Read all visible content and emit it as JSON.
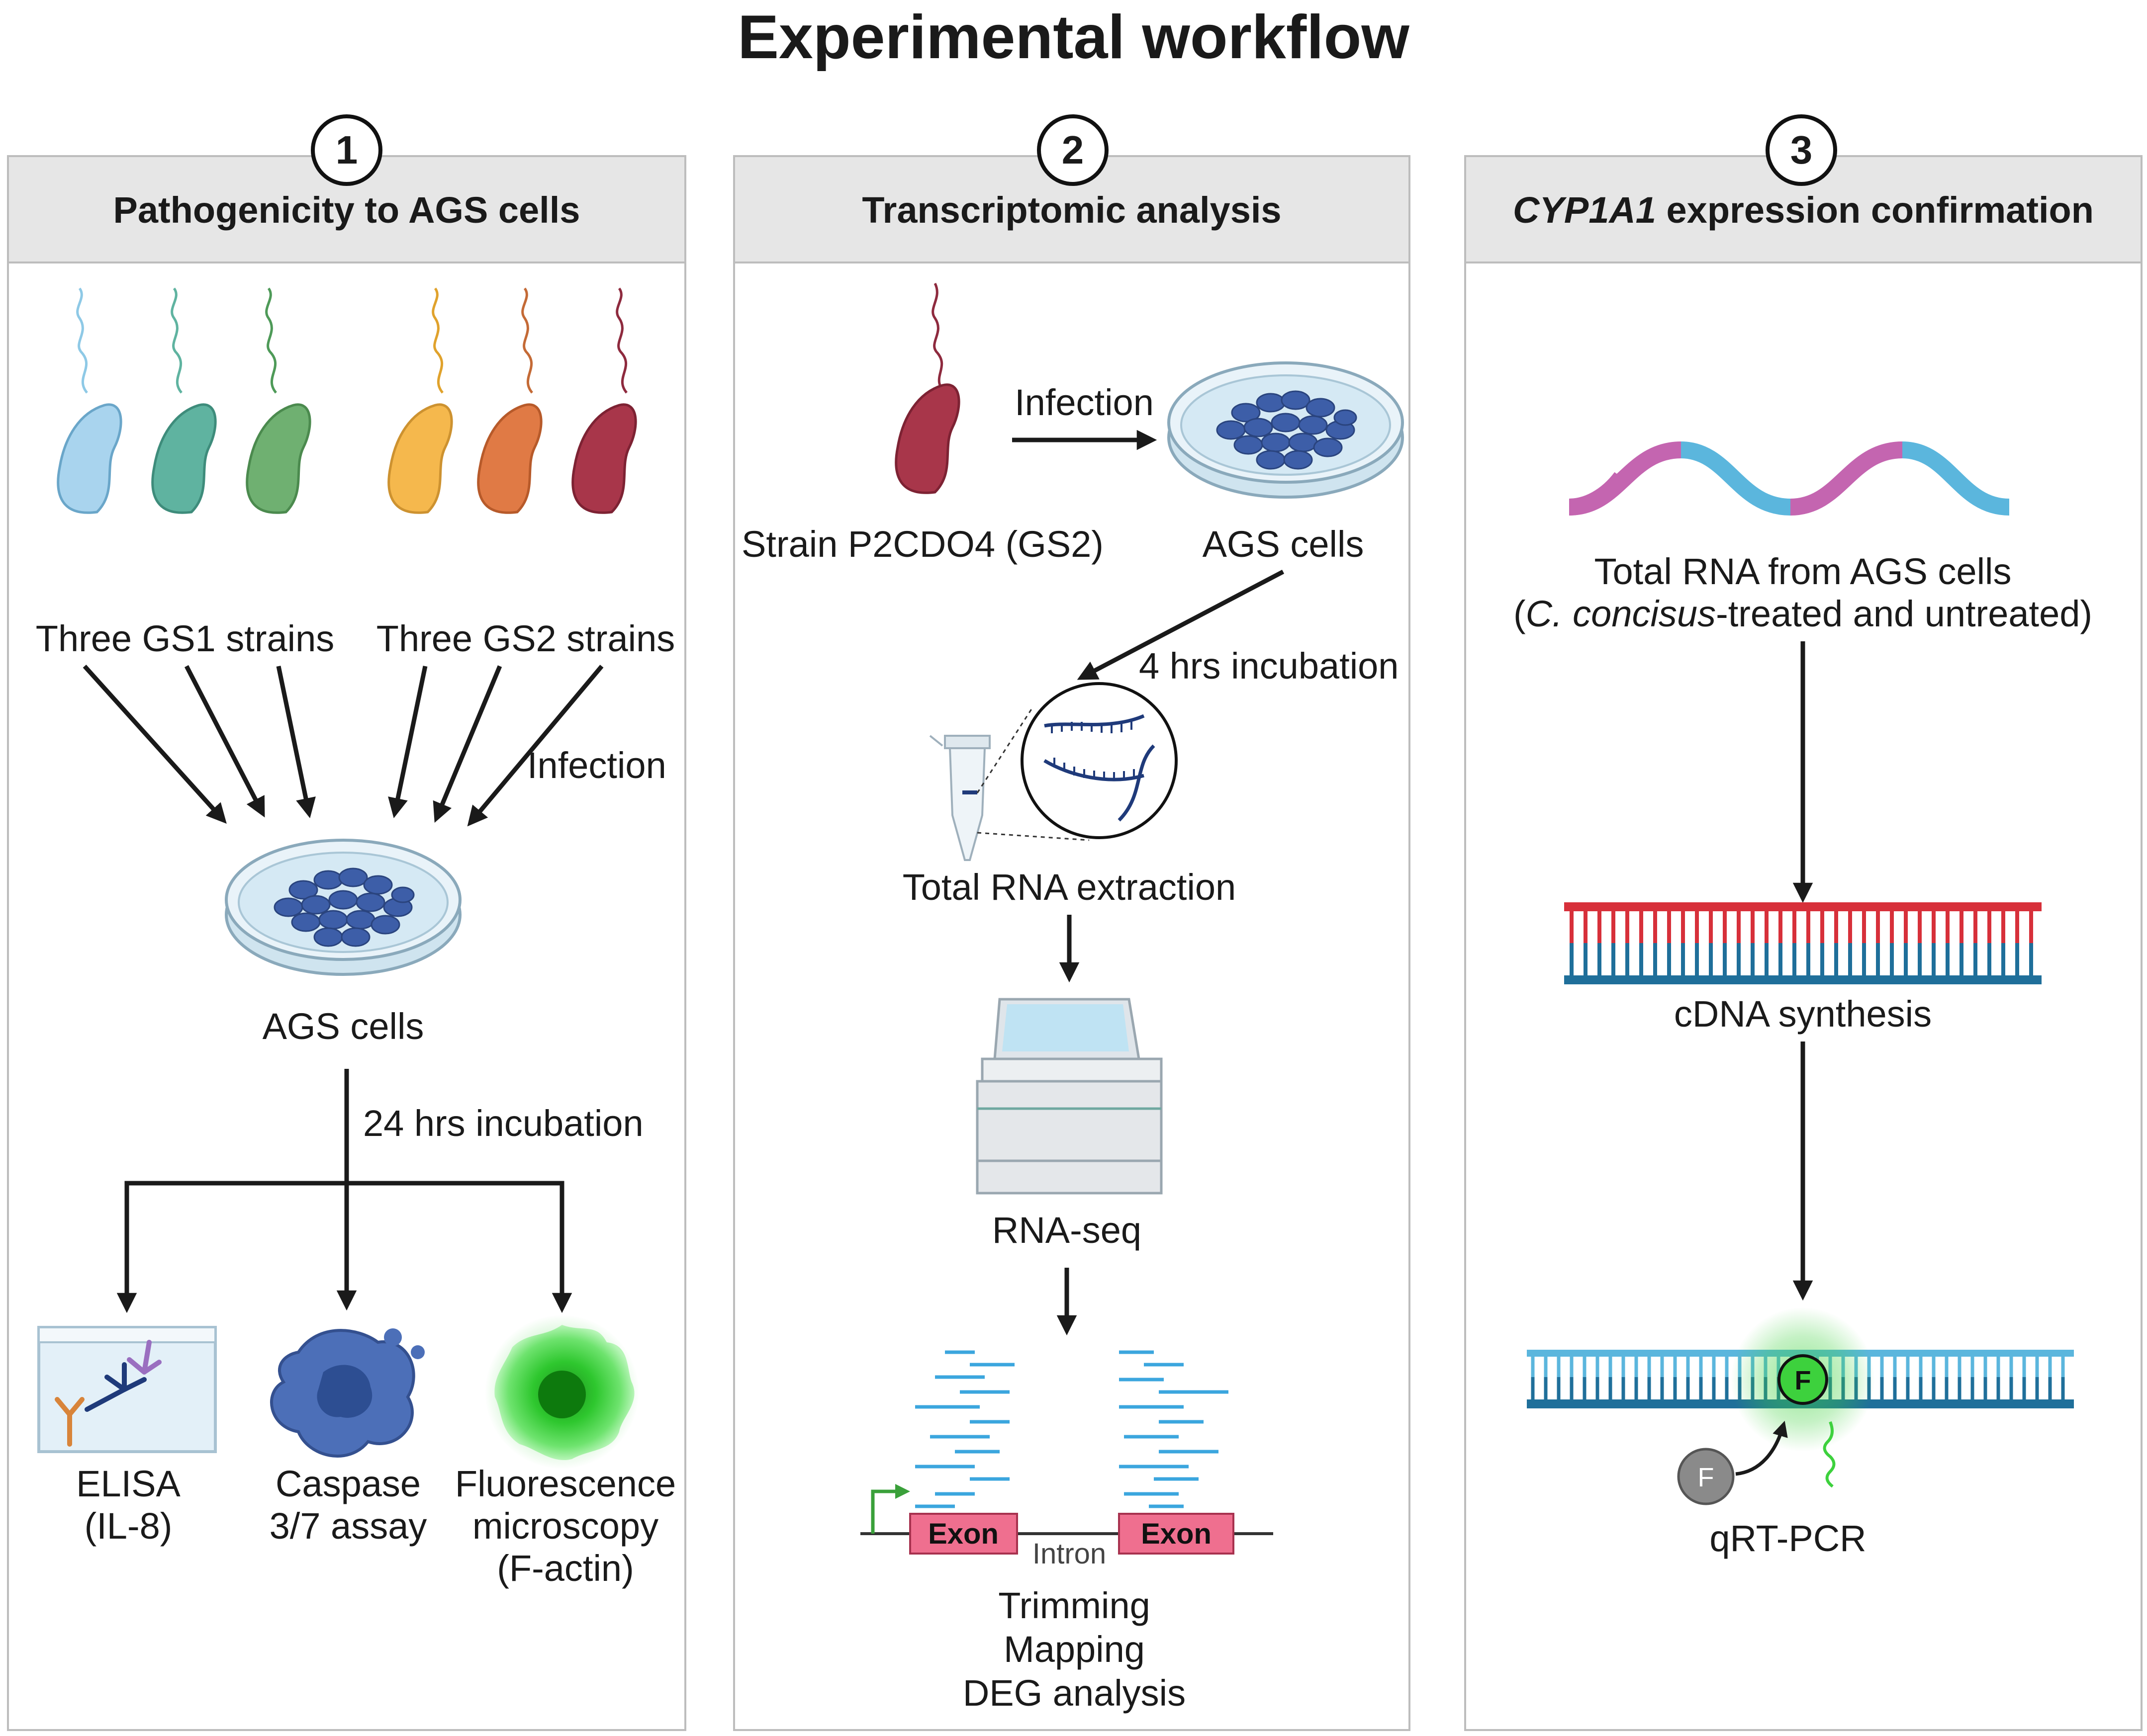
{
  "title": "Experimental workflow",
  "panels": [
    {
      "step": "1",
      "heading": "Pathogenicity to AGS cells"
    },
    {
      "step": "2",
      "heading": "Transcriptomic analysis"
    },
    {
      "step": "3",
      "heading_italic": "CYP1A1",
      "heading_rest": " expression confirmation"
    }
  ],
  "p1": {
    "gs1": "Three GS1 strains",
    "gs2": "Three GS2 strains",
    "infection": "Infection",
    "cells": "AGS cells",
    "incubation": "24 hrs incubation",
    "elisa": [
      "ELISA",
      "(IL-8)"
    ],
    "caspase": [
      "Caspase",
      "3/7 assay"
    ],
    "fluor": [
      "Fluorescence",
      "microscopy",
      "(F-actin)"
    ]
  },
  "p2": {
    "strain": "Strain P2CDO4 (GS2)",
    "infection": "Infection",
    "cells": "AGS cells",
    "incubation": "4 hrs incubation",
    "extraction": "Total RNA extraction",
    "seq": "RNA-seq",
    "exon": "Exon",
    "intron": "Intron",
    "steps": [
      "Trimming",
      "Mapping",
      "DEG analysis"
    ]
  },
  "p3": {
    "rna_line1": "Total RNA from AGS cells",
    "rna_line2_pre": "(",
    "rna_line2_italic": "C. concisus",
    "rna_line2_post": "-treated and untreated)",
    "cdna": "cDNA synthesis",
    "qpcr": "qRT-PCR",
    "fluor_letter": "F"
  },
  "colors": {
    "gs1": [
      "#a9d4ee",
      "#5fb3a0",
      "#6fb071"
    ],
    "gs2": [
      "#f5b84d",
      "#e07a45",
      "#a8364a"
    ],
    "dish_cell": "#3d5ea8",
    "rna_blue": "#5bb6dd",
    "rna_pink": "#c465b0",
    "dna_red": "#d7303a",
    "dna_blue": "#1f6f9a",
    "exon": "#ef6f8f",
    "fluor_green": "#3dd13d"
  }
}
